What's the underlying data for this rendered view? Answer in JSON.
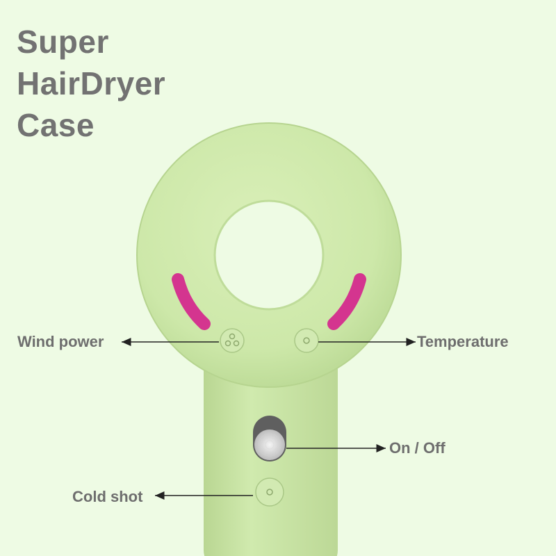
{
  "title": {
    "lines": [
      "Super",
      "HairDryer",
      "Case"
    ]
  },
  "callouts": {
    "wind_power": "Wind power",
    "temperature": "Temperature",
    "on_off": "On / Off",
    "cold_shot": "Cold shot"
  },
  "colors": {
    "background": "#eefbe4",
    "body": "#cbe7a6",
    "accent": "#d4358f",
    "text": "#707070"
  },
  "icons": [
    "fan-icon",
    "temperature-dot-icon",
    "power-switch-icon",
    "cold-shot-dot-icon"
  ]
}
